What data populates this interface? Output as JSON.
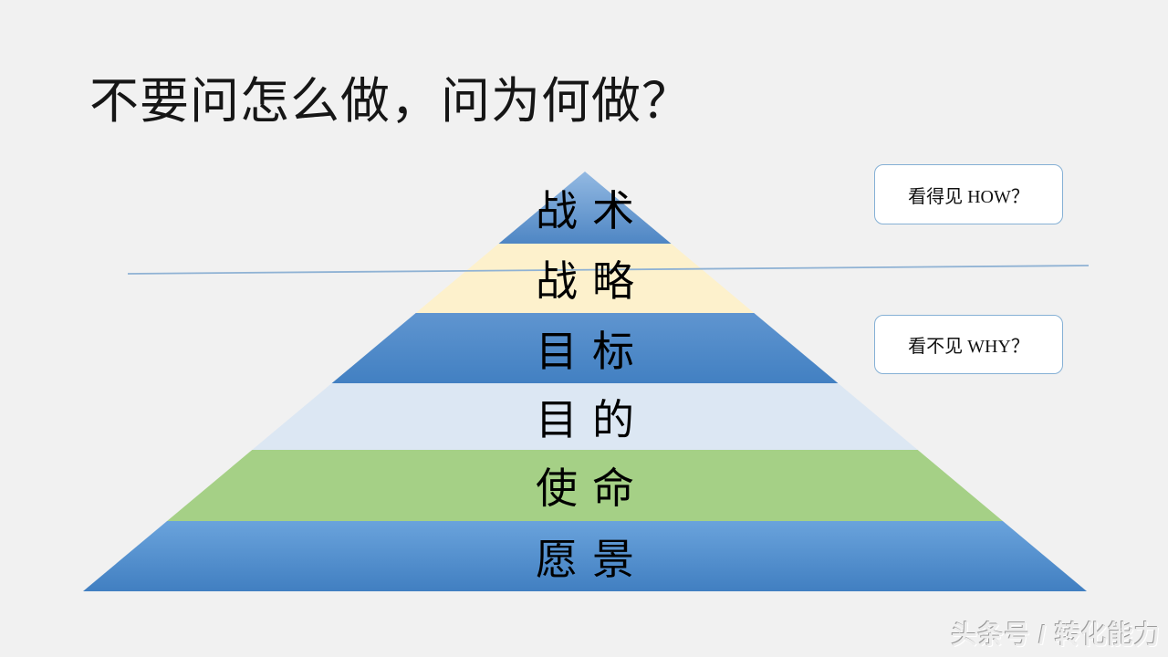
{
  "slide": {
    "title": "不要问怎么做，问为何做？",
    "background_color": "#f1f1f1"
  },
  "pyramid": {
    "layers": [
      {
        "label": "战术",
        "fill": "linear-gradient(180deg, #93b9e2 0%, #4e86c4 100%)",
        "color_top": "#93b9e2",
        "color_bottom": "#4e86c4"
      },
      {
        "label": "战略",
        "fill": "#fdf1cc",
        "color_top": "#fdf1cc",
        "color_bottom": "#fdf1cc"
      },
      {
        "label": "目标",
        "fill": "linear-gradient(180deg, #5f95d0 0%, #4280c2 100%)",
        "color_top": "#5f95d0",
        "color_bottom": "#4280c2"
      },
      {
        "label": "目的",
        "fill": "#dce7f3",
        "color_top": "#dce7f3",
        "color_bottom": "#dce7f3"
      },
      {
        "label": "使命",
        "fill": "#a5d086",
        "color_top": "#a5d086",
        "color_bottom": "#a5d086"
      },
      {
        "label": "愿景",
        "fill": "linear-gradient(180deg, #6aa3dc 0%, #417fc1 100%)",
        "color_top": "#6aa3dc",
        "color_bottom": "#417fc1"
      }
    ]
  },
  "divider": {
    "color": "#8fb2d4"
  },
  "callouts": [
    {
      "text": "看得见 HOW？",
      "border_color": "#85b0d5"
    },
    {
      "text": "看不见 WHY？",
      "border_color": "#85b0d5"
    }
  ],
  "watermark": {
    "text": "头条号 / 转化能力"
  }
}
